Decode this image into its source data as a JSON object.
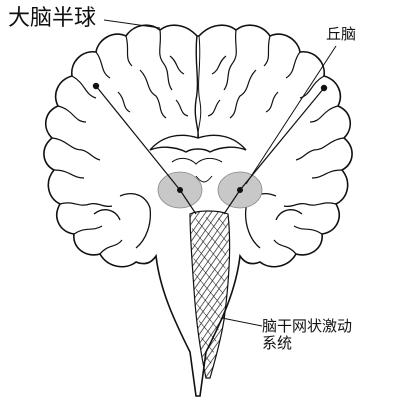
{
  "labels": {
    "hemisphere": "大脑半球",
    "thalamus": "丘脑",
    "ras_line1": "脑干网状激动",
    "ras_line2": "系统"
  },
  "colors": {
    "outline": "#111111",
    "thalamus_fill": "#c8c8c8",
    "background": "#ffffff"
  }
}
